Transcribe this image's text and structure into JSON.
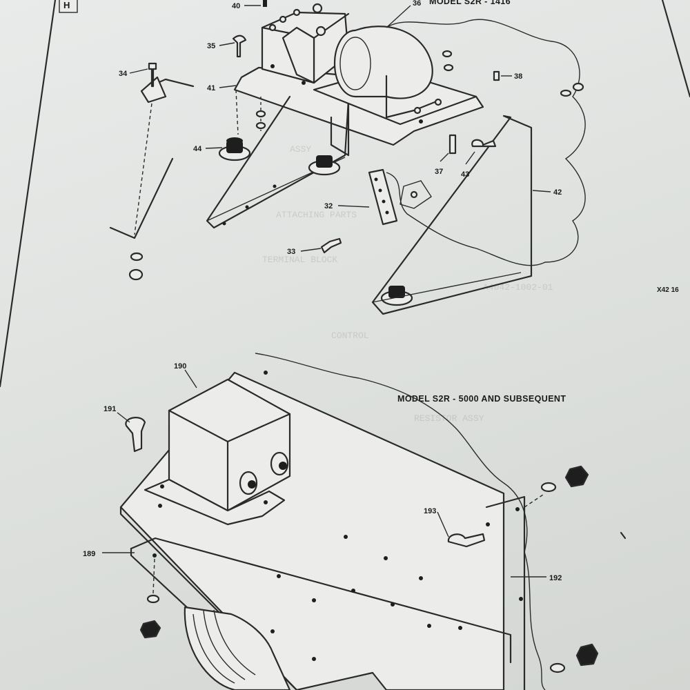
{
  "section_tab": "H",
  "top_model_label": "MODEL S2R - 1416",
  "bottom_model_label": "MODEL S2R - 5000 AND SUBSEQUENT",
  "figure_ref": "X42 16",
  "callouts_top": [
    "40",
    "36",
    "35",
    "34",
    "41",
    "38",
    "44",
    "37",
    "43",
    "42",
    "32",
    "33"
  ],
  "callouts_bottom": [
    "190",
    "191",
    "193",
    "189",
    "192"
  ],
  "colors": {
    "paper": "#e9ebea",
    "ink": "#2a2a2a",
    "ghost_text": "#8a8d8a"
  }
}
